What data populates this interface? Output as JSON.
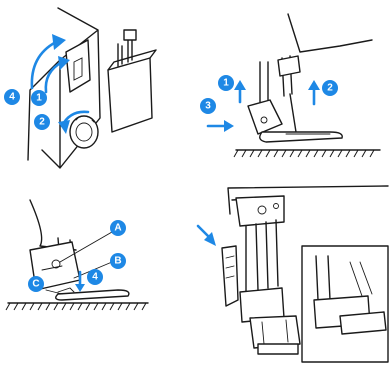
{
  "accent_color": "#1e88e5",
  "panels": [
    {
      "id": "handwheel",
      "callouts": [
        "4",
        "1",
        "2"
      ]
    },
    {
      "id": "presser-foot-raise",
      "callouts": [
        "1",
        "2",
        "3"
      ]
    },
    {
      "id": "foot-attach-side",
      "callouts": [
        "A",
        "B",
        "C",
        "4"
      ]
    },
    {
      "id": "foot-lever-closeup",
      "callouts": []
    }
  ],
  "icons": {
    "rotate_arrow": "curved-rotation-arrow",
    "straight_arrow": "direction-arrow",
    "badge": "numbered-callout-badge"
  }
}
